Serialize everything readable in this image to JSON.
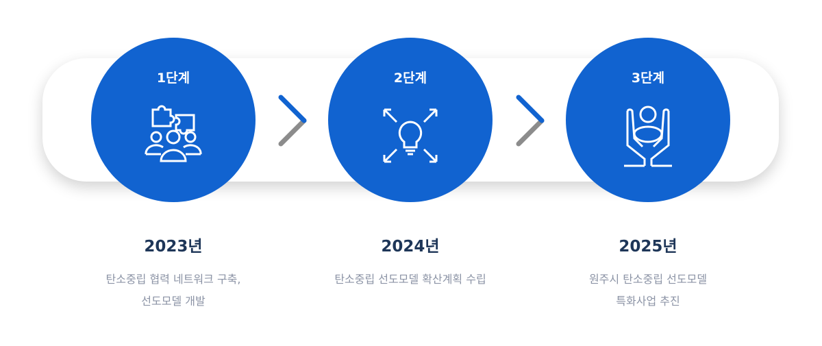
{
  "accent_color": "#1163d0",
  "steps": [
    {
      "stage": "1단계",
      "icon": "puzzle-team-icon",
      "year": "2023년",
      "desc": [
        "탄소중립 협력 네트워크 구축,",
        "선도모델 개발"
      ]
    },
    {
      "stage": "2단계",
      "icon": "lightbulb-expand-icon",
      "year": "2024년",
      "desc": [
        "탄소중립 선도모델 확산계획 수립"
      ]
    },
    {
      "stage": "3단계",
      "icon": "hands-person-icon",
      "year": "2025년",
      "desc": [
        "원주시 탄소중립 선도모델",
        "특화사업 추진"
      ]
    }
  ]
}
